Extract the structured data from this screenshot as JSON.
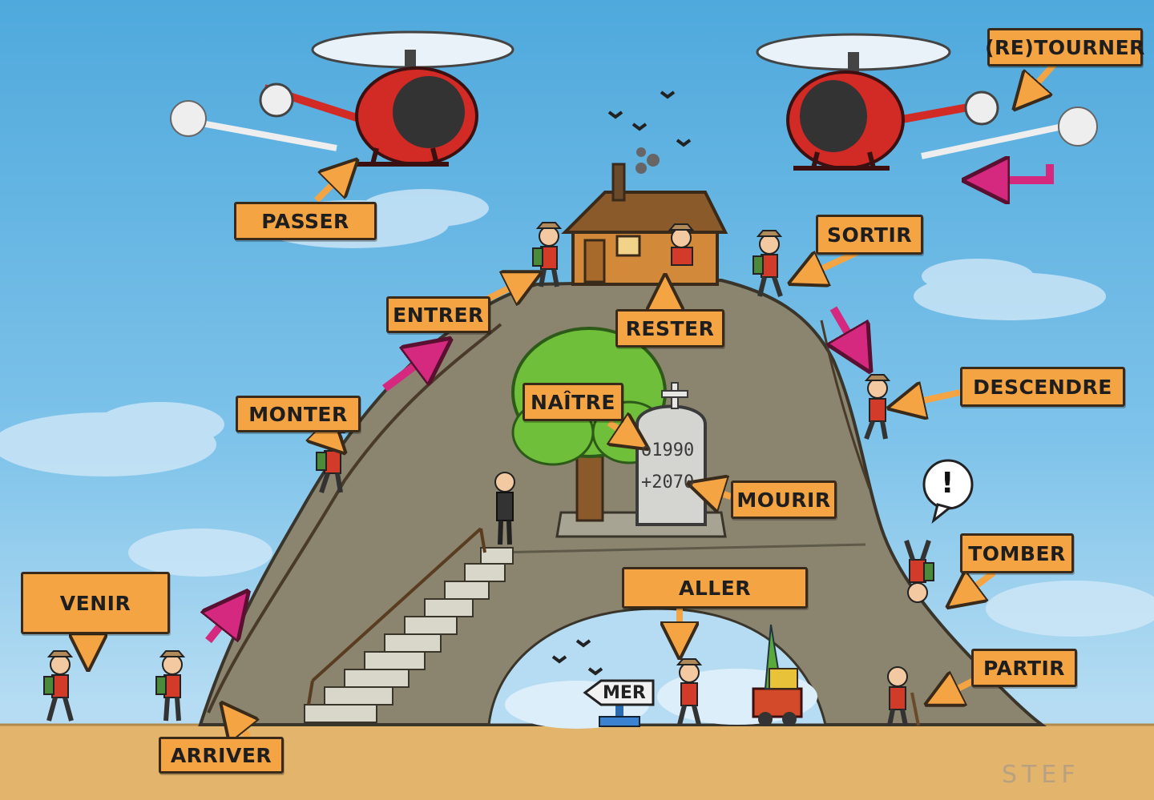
{
  "labels": {
    "retourner": "(RE)TOURNER",
    "passer": "PASSER",
    "sortir": "SORTIR",
    "entrer": "ENTRER",
    "rester": "RESTER",
    "descendre": "DESCENDRE",
    "monter": "MONTER",
    "naitre": "NAÎTRE",
    "mourir": "MOURIR",
    "tomber": "TOMBER",
    "venir": "VENIR",
    "aller": "ALLER",
    "partir": "PARTIR",
    "arriver": "ARRIVER"
  },
  "sign": {
    "text": "MER"
  },
  "tombstone": {
    "birth": "o1990",
    "death": "+2070"
  },
  "bubble": {
    "text": "!"
  },
  "signature": "STEF",
  "colors": {
    "label_fill": "#f5a443",
    "label_border": "#3a2a1a",
    "arrow_orange": "#f5a443",
    "arrow_magenta": "#d4297f",
    "rock": "#8b8570",
    "ground": "#e2b46c",
    "helicopter_red": "#d22a25"
  }
}
